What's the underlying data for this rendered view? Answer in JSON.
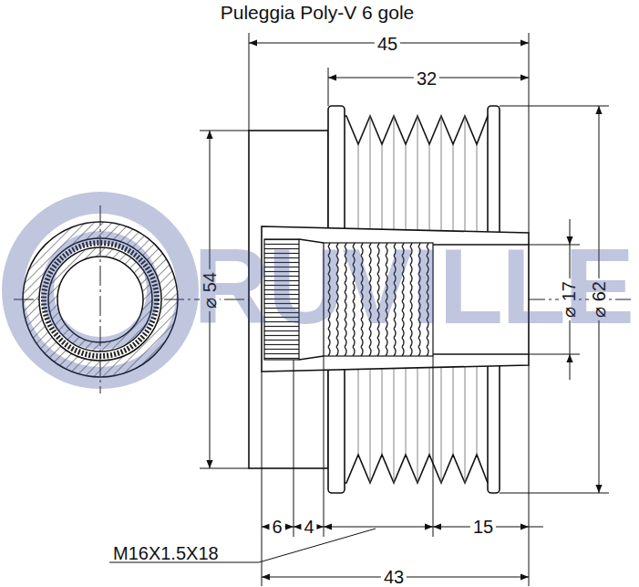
{
  "diagram": {
    "title": "Puleggia Poly-V 6 gole",
    "labels": [
      "45",
      "32",
      "⌀ 54",
      "⌀ 17",
      "⌀ 62",
      "6",
      "4",
      "15",
      "M16X1.5X18",
      "43",
      "RUVILLE"
    ]
  }
}
